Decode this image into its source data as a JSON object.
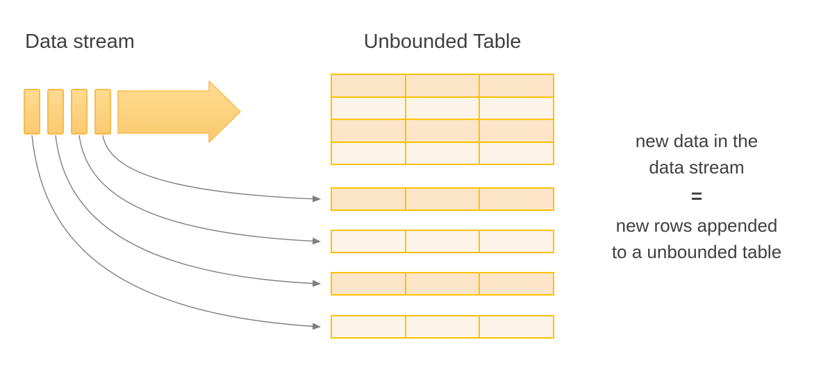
{
  "titles": {
    "data_stream": "Data stream",
    "unbounded_table": "Unbounded Table"
  },
  "annotation": {
    "line1": "new data in the",
    "line2": "data stream",
    "equals": "=",
    "line3": "new rows appended",
    "line4": "to a unbounded table"
  },
  "diagram": {
    "stream_bar_count": 4,
    "unbounded_table_rows": 4,
    "unbounded_table_columns": 3,
    "appended_row_count": 4,
    "connector_count": 4
  },
  "colors": {
    "gold_border": "#FFC000",
    "shape_fill_top": "#FFDB92",
    "shape_fill_bottom": "#FBCA6F",
    "shape_stroke": "#F5BB4B",
    "row_fill_dark": "#FCE5C8",
    "row_fill_light": "#FDF4E9",
    "connector_gray": "#7F7F7F",
    "text_gray": "#3F3F3F"
  }
}
